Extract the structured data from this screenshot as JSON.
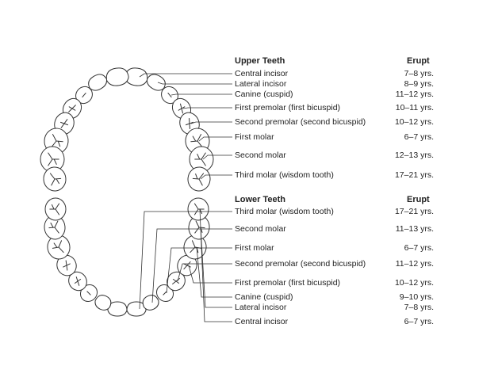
{
  "upper": {
    "title": "Upper Teeth",
    "erupt_header": "Erupt",
    "rows": [
      {
        "name": "Central incisor",
        "erupt": "7–8 yrs."
      },
      {
        "name": "Lateral incisor",
        "erupt": "8–9 yrs."
      },
      {
        "name": "Canine (cuspid)",
        "erupt": "11–12 yrs."
      },
      {
        "name": "First premolar (first bicuspid)",
        "erupt": "10–11 yrs."
      },
      {
        "name": "Second premolar (second bicuspid)",
        "erupt": "10–12 yrs."
      },
      {
        "name": "First molar",
        "erupt": "6–7 yrs."
      },
      {
        "name": "Second molar",
        "erupt": "12–13 yrs."
      },
      {
        "name": "Third molar (wisdom tooth)",
        "erupt": "17–21 yrs."
      }
    ]
  },
  "lower": {
    "title": "Lower Teeth",
    "erupt_header": "Erupt",
    "rows": [
      {
        "name": "Third molar (wisdom tooth)",
        "erupt": "17–21 yrs."
      },
      {
        "name": "Second molar",
        "erupt": "11–13 yrs."
      },
      {
        "name": "First molar",
        "erupt": "6–7 yrs."
      },
      {
        "name": "Second premolar (second bicuspid)",
        "erupt": "11–12 yrs."
      },
      {
        "name": "First premolar (first bicuspid)",
        "erupt": "10–12 yrs."
      },
      {
        "name": "Canine (cuspid)",
        "erupt": "9–10 yrs."
      },
      {
        "name": "Lateral incisor",
        "erupt": "7–8 yrs."
      },
      {
        "name": "Central incisor",
        "erupt": "6–7 yrs."
      }
    ]
  }
}
